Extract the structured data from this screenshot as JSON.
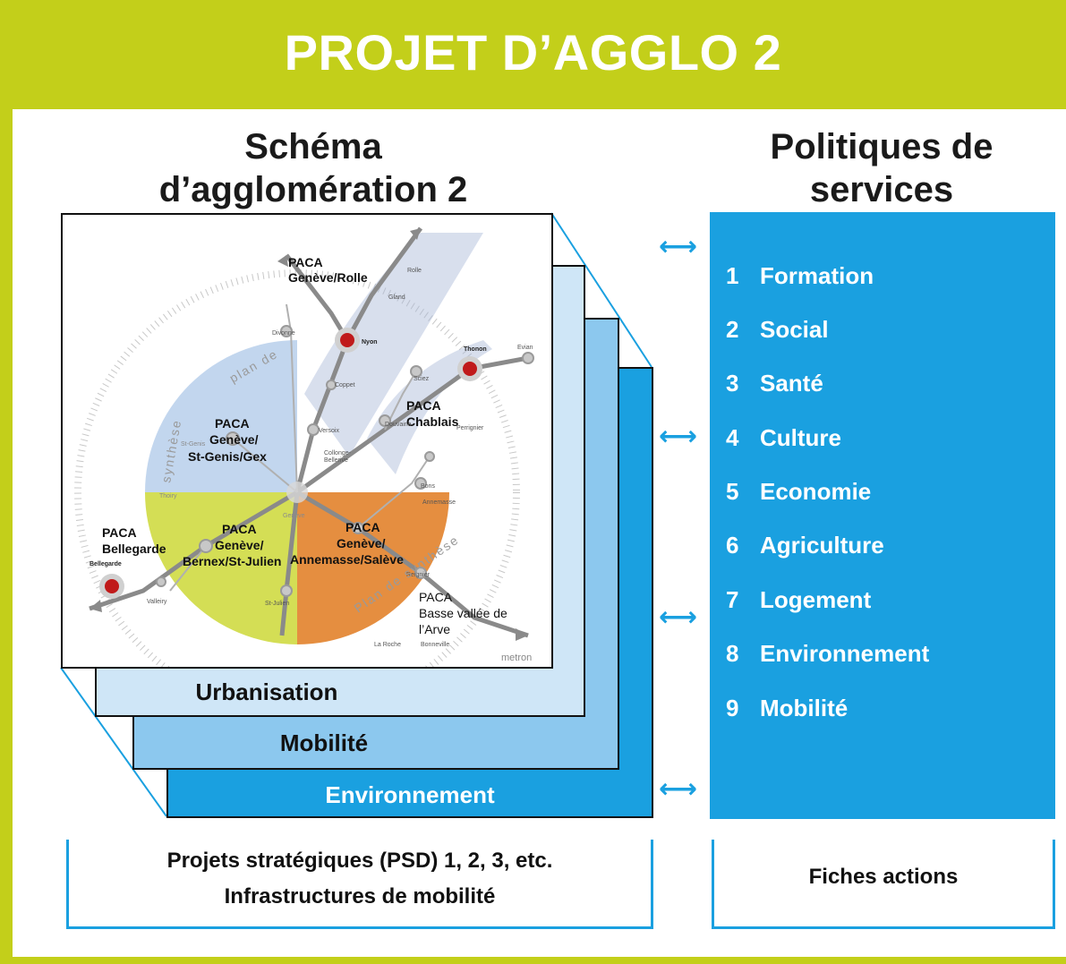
{
  "title": "PROJET D’AGGLO 2",
  "left_heading": [
    "Schéma",
    "d’agglomération 2"
  ],
  "right_heading": [
    "Politiques de",
    "services"
  ],
  "layers": {
    "urbanisation": "Urbanisation",
    "mobilite": "Mobilité",
    "environnement": "Environnement"
  },
  "services": [
    {
      "num": "1",
      "label": "Formation"
    },
    {
      "num": "2",
      "label": "Social"
    },
    {
      "num": "3",
      "label": "Santé"
    },
    {
      "num": "4",
      "label": "Culture"
    },
    {
      "num": "5",
      "label": "Economie"
    },
    {
      "num": "6",
      "label": "Agriculture"
    },
    {
      "num": "7",
      "label": "Logement"
    },
    {
      "num": "8",
      "label": "Environnement"
    },
    {
      "num": "9",
      "label": "Mobilité"
    }
  ],
  "bottom_left": [
    "Projets stratégiques (PSD) 1, 2, 3, etc.",
    "Infrastructures de mobilité"
  ],
  "bottom_right": "Fiches actions",
  "map": {
    "paca_geneve_rolle": [
      "PACA",
      "Genève/Rolle"
    ],
    "paca_chablais": [
      "PACA",
      "Chablais"
    ],
    "paca_st_genis": [
      "PACA",
      "Genève/",
      "St-Genis/Gex"
    ],
    "paca_bellegarde": [
      "PACA",
      "Bellegarde"
    ],
    "paca_bernex": [
      "PACA",
      "Genève/",
      "Bernex/St-Julien"
    ],
    "paca_annemasse": [
      "PACA",
      "Genève/",
      "Annemasse/Salève"
    ],
    "paca_arve": [
      "PACA",
      "Basse vallée de",
      "l’Arve"
    ],
    "towns": {
      "nyon": "Nyon",
      "thonon": "Thonon",
      "evian": "Evian",
      "rolle": "Rolle",
      "gland": "Gland",
      "divonne": "Divonne",
      "coppet": "Coppet",
      "versoix": "Versoix",
      "sciez": "Sciez",
      "douvaine": "Douvaine",
      "perrignier": "Perrignier",
      "collonge": "Collonge-",
      "bellerive": "Bellerive",
      "bons": "Bons",
      "annemasse": "Annemasse",
      "bellegarde": "Bellegarde",
      "valleiry": "Valleiry",
      "st_julien": "St-Julien",
      "la_roche": "La Roche",
      "bonneville": "Bonneville",
      "reignier": "Reignier",
      "st_genis": "St-Genis",
      "thoiry": "Thoiry",
      "geneve": "Genève"
    },
    "arc_words": [
      "plan de",
      "synthèse",
      "Plan de synthèse"
    ],
    "credit": "metron"
  }
}
